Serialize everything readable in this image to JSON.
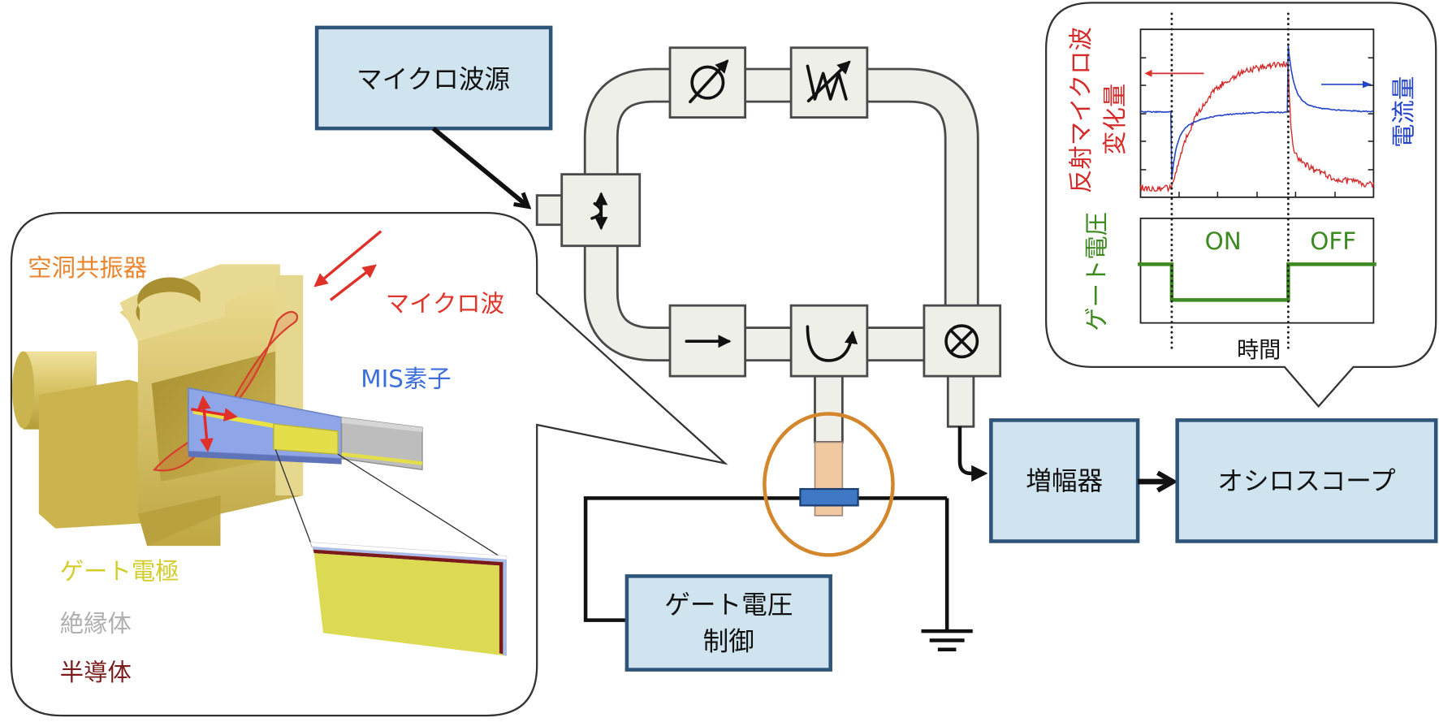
{
  "diagram": {
    "source": "マイクロ波源",
    "amplifier": "増幅器",
    "oscilloscope": "オシロスコープ",
    "gate_control": [
      "ゲート電圧",
      "制御"
    ],
    "waveguide_icons": [
      "direction-switch",
      "phase-shifter",
      "variable-attenuator",
      "isolator",
      "circulator",
      "mixer"
    ]
  },
  "cavity_inset": {
    "resonator_label": "空洞共振器",
    "microwave_label": "マイクロ波",
    "device_label": "MIS素子",
    "layers": [
      {
        "label": "ゲート電極",
        "color": "#d4cd2e"
      },
      {
        "label": "絶縁体",
        "color": "#b0b0b0"
      },
      {
        "label": "半導体",
        "color": "#7b1c1c"
      }
    ]
  },
  "signal_inset": {
    "reflected_label": [
      "反射マイクロ波",
      "変化量"
    ],
    "current_label": "電流量",
    "gate_label": "ゲート電圧",
    "on_label": "ON",
    "off_label": "OFF",
    "time_label": "時間"
  },
  "colors": {
    "box_fill": "#cfe4ee",
    "box_border": "#2f5479",
    "resonator": "#e8852e",
    "microwave": "#e0352a",
    "device": "#3d6fdc",
    "reflected": "#d42a2a",
    "current": "#2545c8",
    "gate": "#3d8a21",
    "sample_ring": "#d4862c"
  }
}
